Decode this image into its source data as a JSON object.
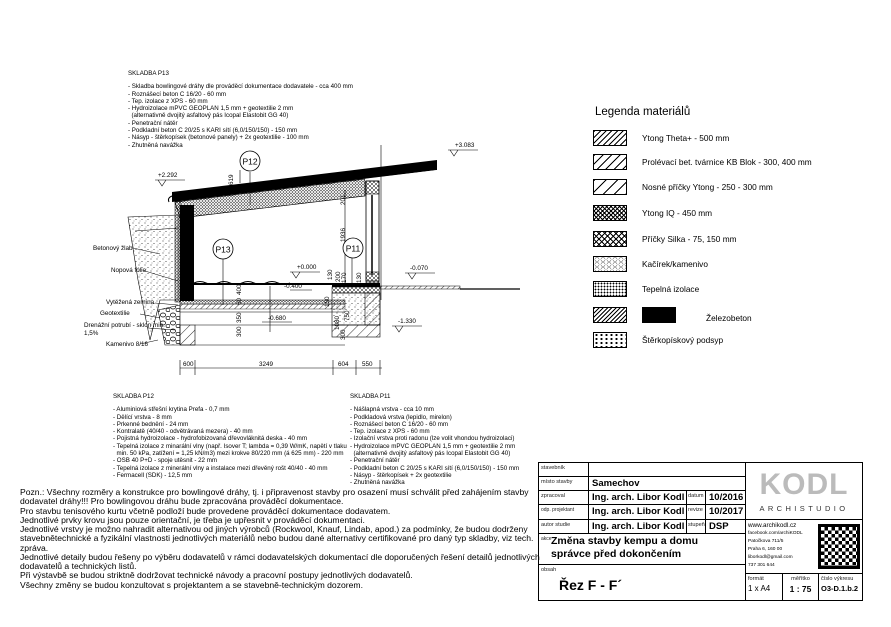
{
  "p13": {
    "title": "SKLADBA P13",
    "items": [
      "- Skladba bowlingové dráhy dle prováděcí dokumentace dodavatele - cca 400 mm",
      "- Roznášecí beton C 16/20  - 60 mm",
      "- Tep. izolace z XPS - 60 mm",
      "- Hydroizolace mPVC GEOPLAN 1,5 mm + geotextilie 2 mm",
      "  (alternativně dvojitý asfaltový pás Icopal Elastobit GG 40)",
      "- Penetrační nátěr",
      "- Podkladní beton C 20/25 s KARI sítí (6,0/150/150)  - 150 mm",
      "- Násyp - štěrkopísek (betonové panely) + 2x geotextilie - 100 mm",
      "- Zhutněná navážka"
    ]
  },
  "p12": {
    "title": "SKLADBA P12",
    "items": [
      "- Aluminiová střešní krytina Prefa - 0,7 mm",
      "- Dělící vrstva - 8 mm",
      "- Prkenné bednění - 24 mm",
      "- Kontralatě (40/40 - odvětrávaná mezera) - 40 mm",
      "- Pojistná hydroizolace - hydrofobizovaná dřevovláknitá deska - 40 mm",
      "- Tepelná izolace z minarální vlny (např. Isover T; lambda = 0,39 W/mK, napětí v tlaku",
      "  min. 50 kPa, zatížení = 1,25 kN/m3) mezi krokve 80/220 mm (á 625 mm) - 220 mm",
      "- OSB 40 P+D - spoje utěsnit - 22 mm",
      "- Tepelná izolace z minerální vlny a instalace mezi dřevěný rošt 40/40 - 40 mm",
      "- Fermacell (SDK) - 12,5 mm"
    ]
  },
  "p11": {
    "title": "SKLADBA P11",
    "items": [
      "- Nášlapná vrstva - cca 10 mm",
      "- Podkladová vrstva (lepidlo, mirelon)",
      "- Roznášecí beton C 16/20  - 60 mm",
      "- Tep. izolace z XPS - 60 mm",
      "- Izolační vrstva proti radonu (lze volit vhondou hydroizolaci)",
      "- Hydroizolace mPVC GEOPLAN 1,5 mm + geotextilie 2 mm",
      "  (alternativně dvojitý asfaltový pás Icopal Elastobit GG 40)",
      "- Penetrační nátěr",
      "- Podkladní beton C 20/25 s KARI sítí (6,0/150/150)  - 150 mm",
      "- Násyp - štěrkopísek + 2x geotextilie",
      "- Zhutněná navážka"
    ]
  },
  "drawing": {
    "tags": [
      "P12",
      "P13",
      "P11"
    ],
    "levels": [
      "+2.292",
      "+3.083",
      "+0.000",
      "-0.400",
      "-0.680",
      "-0.070",
      "-1.330"
    ],
    "dims": [
      "600",
      "3249",
      "604",
      "550",
      "619",
      "201",
      "1936",
      "400",
      "60",
      "350",
      "300",
      "130",
      "200",
      "170",
      "130",
      "150",
      "1080",
      "750",
      "300"
    ],
    "labels": [
      "Betonový žlab",
      "Nopová fólie",
      "Vytěžená zemina",
      "Geotextilie",
      "Drenážní potrubí - sklon min.",
      "1,5%",
      "Kamenivo 8/16"
    ]
  },
  "legend": {
    "title": "Legenda materiálů",
    "items": [
      "Ytong Theta+ - 500 mm",
      "Prolévací bet. tvárnice KB Blok - 300, 400 mm",
      "Nosné příčky Ytong - 250 - 300 mm",
      "Ytong IQ - 450 mm",
      "Příčky Silka - 75, 150 mm",
      "Kačírek/kamenivo",
      "Tepelná izolace",
      "Železobeton",
      "Štěrkopískový podsyp"
    ]
  },
  "notes": [
    "Pozn.: Všechny rozměry a konstrukce pro bowlingové dráhy, tj. i připravenost stavby pro osazení musí schválit před zahájením stavby dodavatel dráhy!!! Pro bowlingovou dráhu bude zpracována prováděcí dokumentace.",
    "Pro stavbu tenisového kurtu včetně podloží bude provedene prováděcí dokumentace dodavatem.",
    "Jednotlivé prvky krovu jsou pouze orientační, je třeba je upřesnit v prováděcí dokumentaci.",
    "Jednotlivé vrstvy je možno nahradit alternativou od jiných výrobců (Rockwool, Knauf, Lindab, apod.) za podmínky, že budou dodrženy stavebnětechnické a fyzikální vlastnosti jednotlivých materiálů nebo budou dané alternativy certifikované pro daný typ skladby, viz tech. zpráva.",
    "Jednotlivé detaily budou řešeny po výběru dodavatelů v rámci dodavatelských dokumentací dle doporučených řešení detailů jednotlivých dodavatelů a technických listů.",
    "Při výstavbě se budou striktně dodržovat technické návody a pracovní postupy jednotlivých dodavatelů.",
    "Všechny změny se budou konzultovat s projektantem a se stavebně-technickým dozorem."
  ],
  "titleblock": {
    "stavebnik_label": "stavebník",
    "stavebnik": "",
    "misto_label": "místo stavby",
    "misto": "Samechov",
    "zpracoval_label": "zpracoval",
    "zpracoval": "Ing. arch. Libor Kodl III.",
    "datum_label": "datum",
    "datum": "10/2016",
    "odp_label": "odp. projektant",
    "odp": "Ing. arch. Libor Kodl",
    "revize_label": "revize",
    "revize": "10/2017",
    "autor_label": "autor studie",
    "autor": "Ing. arch. Libor Kodl III.",
    "stupen_label": "stupeň",
    "stupen": "DSP",
    "akce_label": "akce",
    "akce1": "Změna stavby kempu a domu",
    "akce2": "správce před dokončením",
    "obsah_label": "obsah",
    "obsah": "Řez F - F´",
    "logo": "KODL",
    "logo_sub": "ARCHISTUDIO",
    "contacts": [
      "www.archikodl.cz",
      "facebook.com/archiKODL",
      "Patočkova 711/5",
      "Praha 6, 160 00",
      "liborkodl@gmail.com",
      "737 301 644"
    ],
    "format_label": "formát",
    "format": "1 x A4",
    "meritko_label": "měřítko",
    "meritko": "1 : 75",
    "cislo_label": "číslo výkresu",
    "cislo": "O3-D.1.b.2"
  }
}
